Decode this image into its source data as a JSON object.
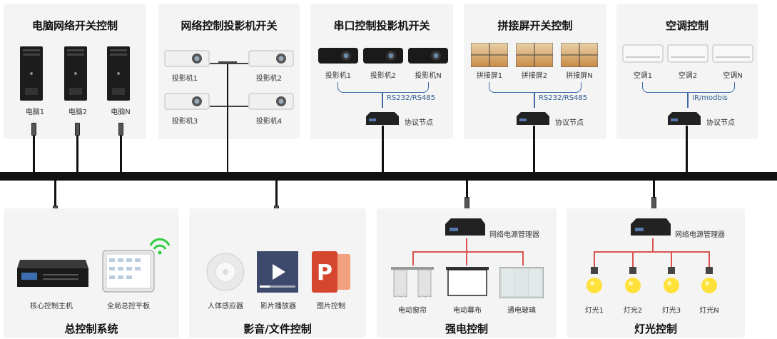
{
  "top_panels": {
    "pc": {
      "title": "电脑网络开关控制",
      "items": [
        "电脑1",
        "电脑2",
        "电脑N"
      ]
    },
    "netproj": {
      "title": "网络控制投影机开关",
      "items": [
        "投影机1",
        "投影机2",
        "投影机3",
        "投影机4"
      ]
    },
    "serialproj": {
      "title": "串口控制投影机开关",
      "items": [
        "投影机1",
        "投影机2",
        "投影机N"
      ],
      "protocol": "RS232/RS485",
      "node": "协议节点"
    },
    "splice": {
      "title": "拼接屏开关控制",
      "items": [
        "拼接屏1",
        "拼接屏2",
        "拼接屏N"
      ],
      "protocol": "RS232/RS485",
      "node": "协议节点"
    },
    "ac": {
      "title": "空调控制",
      "items": [
        "空调1",
        "空调2",
        "空调N"
      ],
      "protocol": "IR/modbis",
      "node": "协议节点"
    }
  },
  "bottom_panels": {
    "master": {
      "title": "总控制系统",
      "items": [
        "核心控制主机",
        "全局总控平板"
      ]
    },
    "media": {
      "title": "影音/文件控制",
      "items": [
        "人体感应器",
        "影片播放器",
        "图片控制"
      ]
    },
    "power": {
      "title": "强电控制",
      "manager": "网络电源管理器",
      "items": [
        "电动窗帘",
        "电动幕布",
        "通电玻璃"
      ]
    },
    "light": {
      "title": "灯光控制",
      "manager": "网络电源管理器",
      "items": [
        "灯光1",
        "灯光2",
        "灯光3",
        "灯光N"
      ]
    }
  },
  "icons": {
    "ppt_letter": "P"
  },
  "colors": {
    "bus": "#111111",
    "protocol_line": "#3c6aa6",
    "power_line": "#d9534f",
    "panel_bg": "#f4f4f4"
  }
}
